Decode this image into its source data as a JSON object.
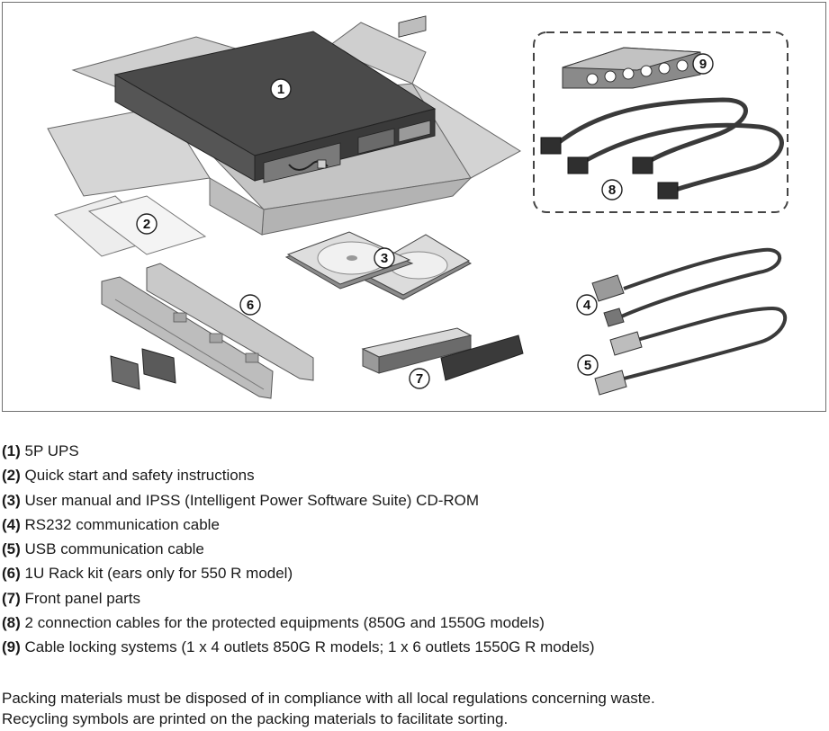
{
  "callouts": [
    "1",
    "2",
    "3",
    "4",
    "5",
    "6",
    "7",
    "8",
    "9"
  ],
  "parts": [
    {
      "number": "(1)",
      "text": "5P UPS"
    },
    {
      "number": "(2)",
      "text": "Quick start and safety instructions"
    },
    {
      "number": "(3)",
      "text": "User manual and IPSS (Intelligent Power Software Suite) CD-ROM"
    },
    {
      "number": "(4)",
      "text": "RS232 communication cable"
    },
    {
      "number": "(5)",
      "text": "USB communication cable"
    },
    {
      "number": "(6)",
      "text": "1U Rack kit (ears only for 550 R model)"
    },
    {
      "number": "(7)",
      "text": "Front panel parts"
    },
    {
      "number": "(8)",
      "text": "2 connection cables for the protected equipments (850G and 1550G models)"
    },
    {
      "number": "(9)",
      "text": "Cable locking systems (1 x 4 outlets 850G R models; 1 x 6 outlets 1550G R models)"
    }
  ],
  "note": {
    "line1": "Packing materials must be disposed of in compliance with all local regulations concerning waste.",
    "line2": "Recycling symbols are printed on the packing materials to facilitate sorting."
  }
}
